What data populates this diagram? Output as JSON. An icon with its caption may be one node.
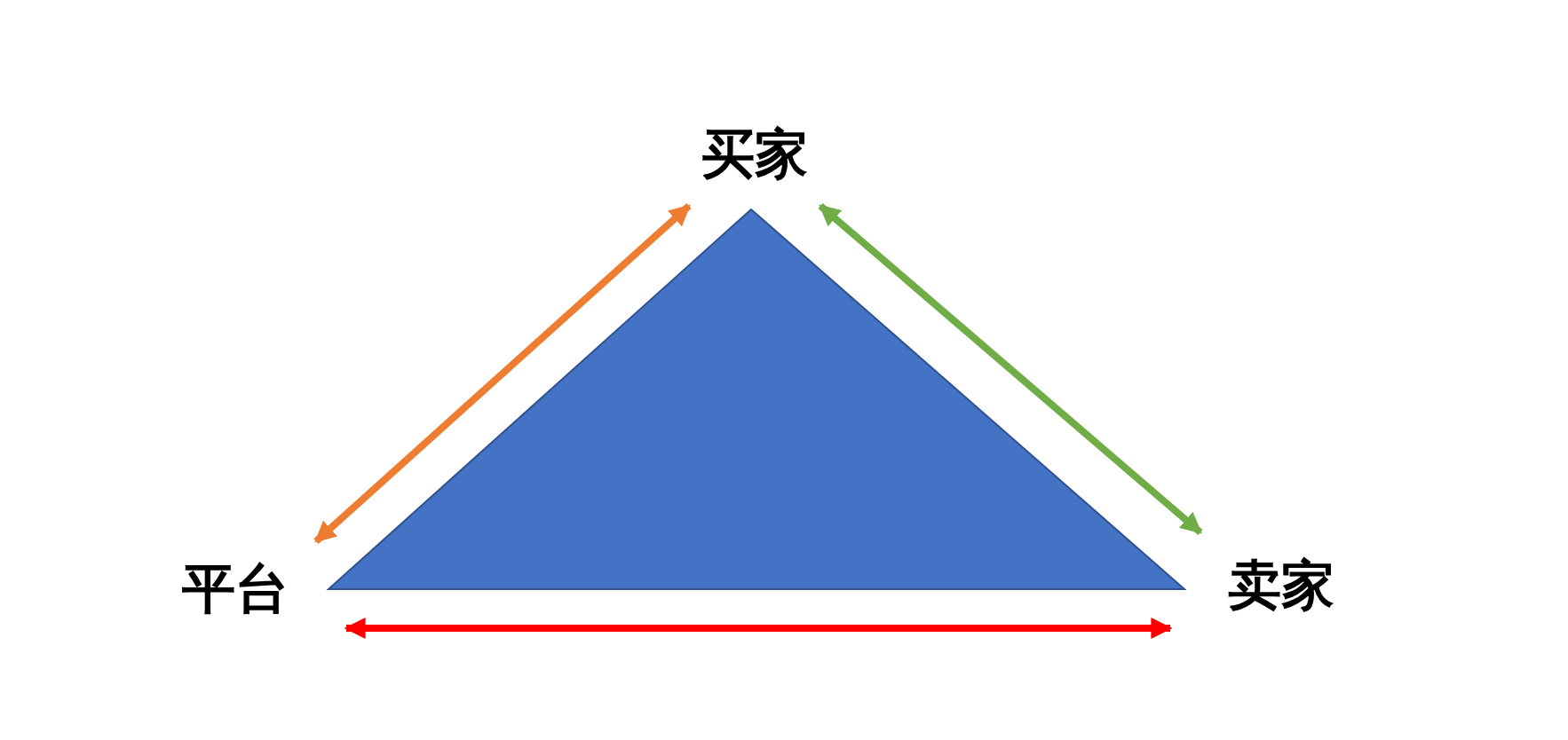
{
  "diagram": {
    "nodes": [
      {
        "text": [
          "买家"
        ]
      },
      {
        "text": [
          "平台"
        ]
      },
      {
        "text": [
          "卖家"
        ]
      }
    ],
    "edges": [
      {
        "from": 1,
        "to": 0,
        "arrow": "both",
        "color": "#ed7d31"
      },
      {
        "from": 0,
        "to": 2,
        "arrow": "both",
        "color": "#70ad47"
      },
      {
        "from": 1,
        "to": 2,
        "arrow": "both",
        "color": "#ff0000"
      }
    ]
  }
}
